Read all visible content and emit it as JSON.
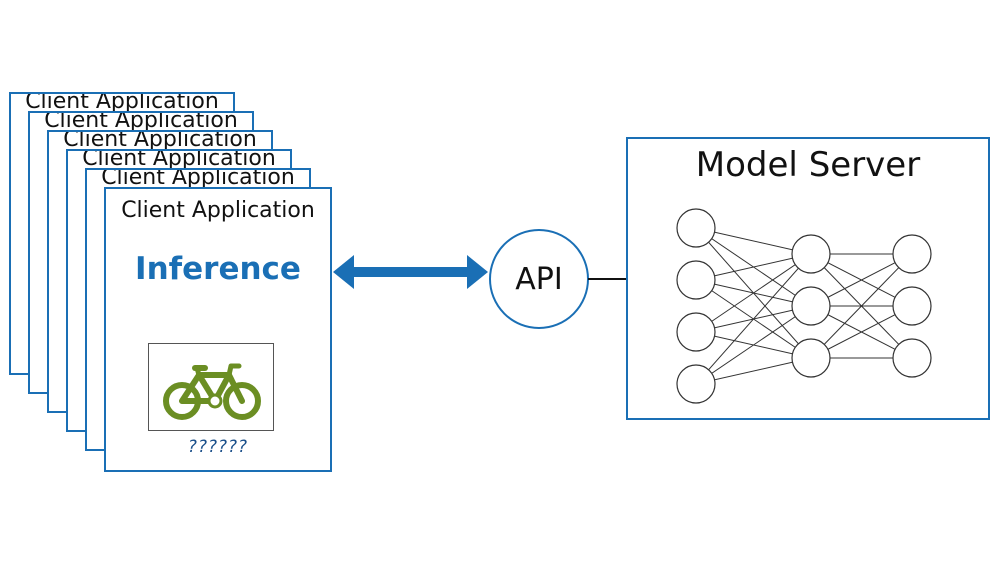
{
  "client_stack": {
    "card_title": "Client Application",
    "copies": 6
  },
  "client_front": {
    "title": "Client Application",
    "inference_label": "Inference",
    "image_icon": "bicycle-icon",
    "prediction": "??????"
  },
  "api": {
    "label": "API"
  },
  "model_server": {
    "title": "Model Server",
    "network_layers": [
      4,
      3,
      3
    ]
  },
  "colors": {
    "accent": "#1a6fb5",
    "bicycle": "#6b8e23",
    "text": "#111111",
    "arrow": "#1a6fb5"
  }
}
